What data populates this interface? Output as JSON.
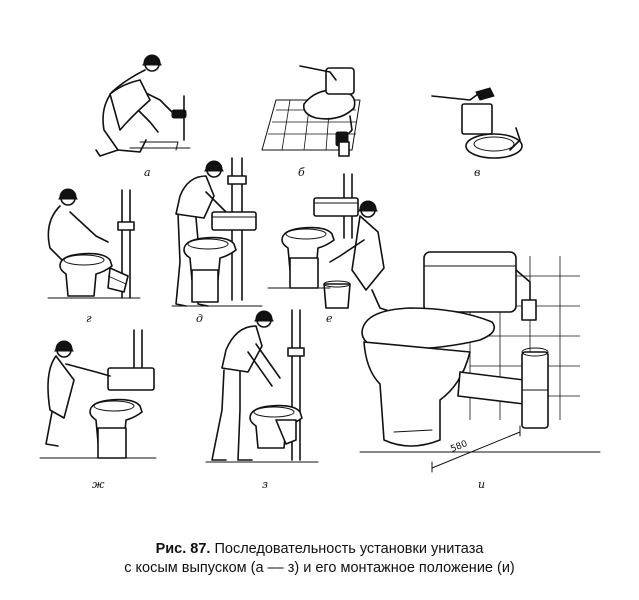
{
  "figure": {
    "panel_labels": [
      "а",
      "б",
      "в",
      "г",
      "д",
      "е",
      "ж",
      "з",
      "и"
    ],
    "dimension_label": "580"
  },
  "caption": {
    "figure_number": "Рис. 87.",
    "line1": "Последовательность установки унитаза",
    "line2": "с косым выпуском (а –– з) и его монтажное положение (и)"
  }
}
